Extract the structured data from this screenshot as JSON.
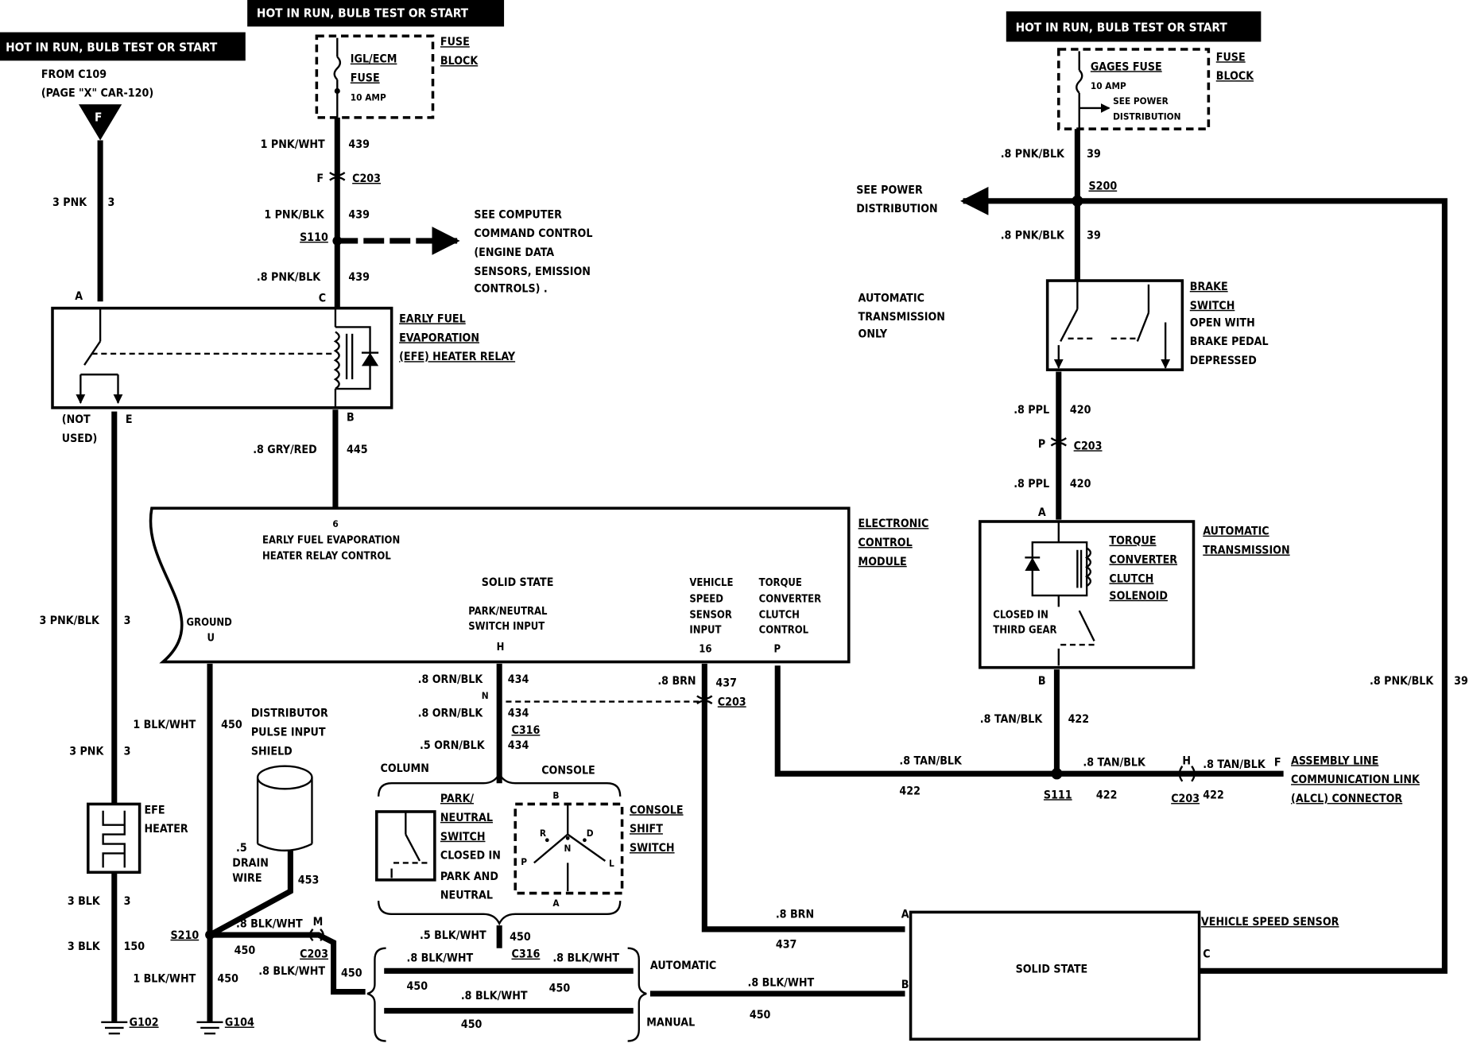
{
  "hot_label": "HOT IN RUN, BULB TEST OR START",
  "from_c109": "FROM C109",
  "page_ref": "(PAGE \"X\" CAR-120)",
  "conn_f": "F",
  "w_3pnk": "3 PNK",
  "n_3": "3",
  "pin_a": "A",
  "pin_c": "C",
  "pin_e": "E",
  "pin_b": "B",
  "pin_6": "6",
  "pin_u": "U",
  "pin_h": "H",
  "pin_16": "16",
  "pin_p": "P",
  "pin_n": "N",
  "pin_m": "M",
  "pin_r": "R",
  "pin_d": "D",
  "pin_l": "L",
  "not_used_1": "(NOT",
  "not_used_2": "USED)",
  "w_3pnkblk": "3 PNK/BLK",
  "w_1blkwht": "1 BLK/WHT",
  "w_3blk": "3 BLK",
  "n_150": "150",
  "efe_heater_1": "EFE",
  "efe_heater_2": "HEATER",
  "g102": "G102",
  "g104": "G104",
  "fuse_iglecm_1": "IGL/ECM",
  "fuse_iglecm_2": "FUSE",
  "amp10": "10 AMP",
  "fuse_block_1": "FUSE",
  "fuse_block_2": "BLOCK",
  "w_1pnkwht": "1 PNK/WHT",
  "n_439": "439",
  "c203": "C203",
  "w_1pnkblk": "1 PNK/BLK",
  "s110": "S110",
  "see_computer": [
    "SEE COMPUTER",
    "COMMAND CONTROL",
    "(ENGINE DATA",
    "SENSORS, EMISSION",
    "CONTROLS) ."
  ],
  "w_8pnkblk": ".8 PNK/BLK",
  "relay_label": [
    "EARLY FUEL",
    "EVAPORATION",
    "(EFE) HEATER RELAY"
  ],
  "w_8gryred": ".8 GRY/RED",
  "n_445": "445",
  "ecm_efe_1": "EARLY FUEL EVAPORATION",
  "ecm_efe_2": "HEATER RELAY CONTROL",
  "solid_state": "SOLID STATE",
  "ground": "GROUND",
  "park_neutral_1": "PARK/NEUTRAL",
  "park_neutral_2": "SWITCH INPUT",
  "vss_input": [
    "VEHICLE",
    "SPEED",
    "SENSOR",
    "INPUT"
  ],
  "tcc_control": [
    "TORQUE",
    "CONVERTER",
    "CLUTCH",
    "CONTROL"
  ],
  "ecm_label": [
    "ELECTRONIC",
    "CONTROL",
    "MODULE"
  ],
  "n_450": "450",
  "distributor": [
    "DISTRIBUTOR",
    "PULSE INPUT",
    "SHIELD"
  ],
  "drain_1": ".5",
  "drain_2": "DRAIN",
  "drain_3": "WIRE",
  "n_453": "453",
  "s210": "S210",
  "w_8blkwht": ".8 BLK/WHT",
  "w_8ornblk": ".8 ORN/BLK",
  "w_5ornblk": ".5 ORN/BLK",
  "n_434": "434",
  "c316": "C316",
  "column": "COLUMN",
  "console": "CONSOLE",
  "pn_switch": [
    "PARK/",
    "NEUTRAL",
    "SWITCH",
    "CLOSED IN",
    "PARK AND",
    "NEUTRAL"
  ],
  "console_shift": [
    "CONSOLE",
    "SHIFT",
    "SWITCH"
  ],
  "w_5blkwht": ".5 BLK/WHT",
  "automatic": "AUTOMATIC",
  "manual": "MANUAL",
  "w_8brn": ".8 BRN",
  "n_437": "437",
  "vss_label": "VEHICLE SPEED SENSOR",
  "w_8tanblk": ".8 TAN/BLK",
  "n_422": "422",
  "s111": "S111",
  "alcl": [
    "ASSEMBLY LINE",
    "COMMUNICATION LINK",
    "(ALCL) CONNECTOR"
  ],
  "gages_fuse": "GAGES FUSE",
  "see_power_small_1": "SEE POWER",
  "see_power_small_2": "DISTRIBUTION",
  "n_39": "39",
  "s200": "S200",
  "see_power_1": "SEE POWER",
  "see_power_2": "DISTRIBUTION",
  "auto_trans_only": [
    "AUTOMATIC",
    "TRANSMISSION",
    "ONLY"
  ],
  "brake_switch": [
    "BRAKE",
    "SWITCH",
    "OPEN WITH",
    "BRAKE PEDAL",
    "DEPRESSED"
  ],
  "w_8ppl": ".8 PPL",
  "n_420": "420",
  "tcc_solenoid": [
    "TORQUE",
    "CONVERTER",
    "CLUTCH",
    "SOLENOID"
  ],
  "closed_third_1": "CLOSED IN",
  "closed_third_2": "THIRD GEAR",
  "auto_trans": [
    "AUTOMATIC",
    "TRANSMISSION"
  ]
}
